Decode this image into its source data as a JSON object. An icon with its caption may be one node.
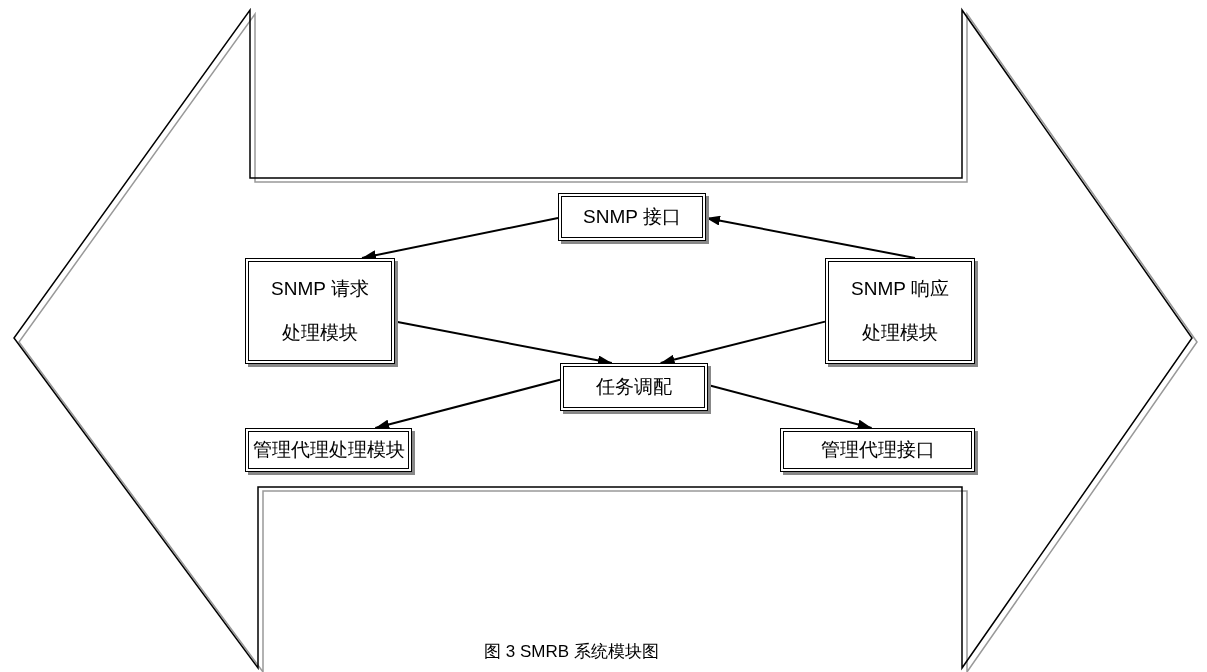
{
  "diagram": {
    "caption": "图 3 SMRB 系统模块图",
    "nodes": [
      {
        "text": [
          "SNMP 接口"
        ]
      },
      {
        "text": [
          "SNMP 请求处理模块"
        ]
      },
      {
        "text": [
          "SNMP 响应处理模块"
        ]
      },
      {
        "text": [
          "任务调配"
        ]
      },
      {
        "text": [
          "管理代理处理模块"
        ]
      },
      {
        "text": [
          "管理代理接口"
        ]
      }
    ],
    "edges": [
      {
        "from": 0,
        "to": 1,
        "arrow": "to"
      },
      {
        "from": 2,
        "to": 0,
        "arrow": "to"
      },
      {
        "from": 1,
        "to": 3,
        "arrow": "to"
      },
      {
        "from": 2,
        "to": 3,
        "arrow": "to"
      },
      {
        "from": 3,
        "to": 4,
        "arrow": "to"
      },
      {
        "from": 3,
        "to": 5,
        "arrow": "to"
      }
    ]
  }
}
